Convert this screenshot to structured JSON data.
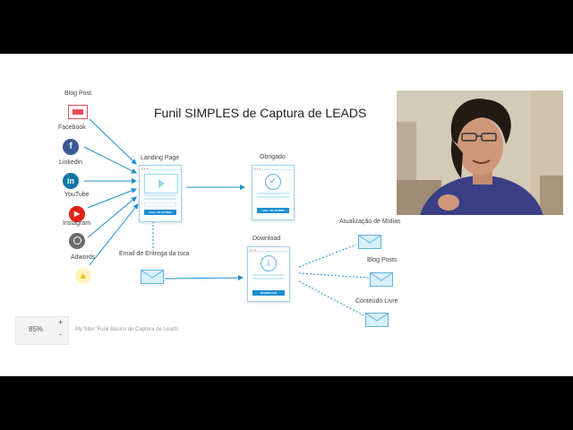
{
  "diagram": {
    "title": "Funil SIMPLES de Captura de LEADS",
    "sources": [
      {
        "label": "Blog Post",
        "icon": "blog-post-icon",
        "color": "#e84c5f"
      },
      {
        "label": "Facebook",
        "icon": "facebook-icon",
        "color": "#3b5998"
      },
      {
        "label": "Linkedin",
        "icon": "linkedin-icon",
        "color": "#0e76a8"
      },
      {
        "label": "YouTube",
        "icon": "youtube-icon",
        "color": "#e62117"
      },
      {
        "label": "Instagram",
        "icon": "instagram-icon",
        "color": "#555555"
      },
      {
        "label": "Adwords",
        "icon": "adwords-icon",
        "color": "#f4c20d"
      }
    ],
    "landing_page": {
      "label": "Landing Page",
      "cta": "CALL TO ACTION"
    },
    "obrigado": {
      "label": "Obrigado",
      "cta": "CALL TO ACTION"
    },
    "email_isca": {
      "label": "Email de Entrega da Isca"
    },
    "download": {
      "label": "Download",
      "cta": "DOWNLOAD"
    },
    "outcomes": [
      {
        "label": "Atualização de Mídias"
      },
      {
        "label": "Blog Posts"
      },
      {
        "label": "Conteúdo Livre"
      }
    ],
    "accent_color": "#1b8fd0"
  },
  "zoom": {
    "value": "85%",
    "plus": "+",
    "minus": "-"
  },
  "breadcrumb": "My Site/ 'Funil Básico de Captura de Leads"
}
